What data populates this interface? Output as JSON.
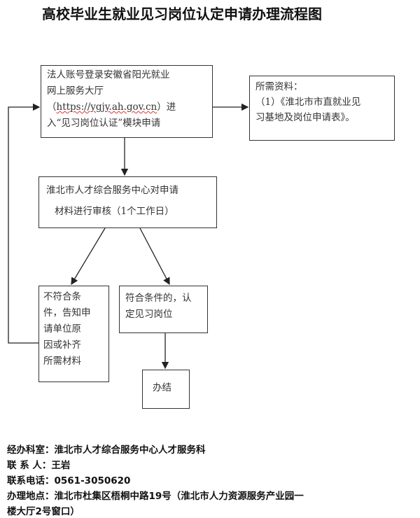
{
  "title": "高校毕业生就业见习岗位认定申请办理流程图",
  "steps": {
    "login": {
      "line1": "法人账号登录安徽省阳光就业",
      "line2": "网上服务大厅",
      "line3_pre": "（",
      "url": "https://ygjy.ah.gov.cn",
      "line3_post": "）进",
      "line4": "入“见习岗位认证”模块申请"
    },
    "materials": {
      "line1": "所需资料：",
      "line2": "（1）《淮北市市直就业见",
      "line3": "习基地及岗位申请表》。"
    },
    "review": {
      "line1": "淮北市人才综合服务中心对申请",
      "line2": "材料进行审核（1个工作日）"
    },
    "reject": {
      "line1": "不符合条",
      "line2": "件，告知申",
      "line3": "请单位原",
      "line4": "因或补齐",
      "line5": "所需材料"
    },
    "approve": {
      "line1": "符合条件的，认",
      "line2": "定见习岗位"
    },
    "done": "办结"
  },
  "footer": {
    "office": "经办科室：淮北市人才综合服务中心人才服务科",
    "contact": "联 系 人：王岩",
    "phone": "联系电话：0561-3050620",
    "address1": "办理地点：淮北市杜集区梧桐中路19号（淮北市人力资源服务产业园一",
    "address2": "楼大厅2号窗口）"
  }
}
